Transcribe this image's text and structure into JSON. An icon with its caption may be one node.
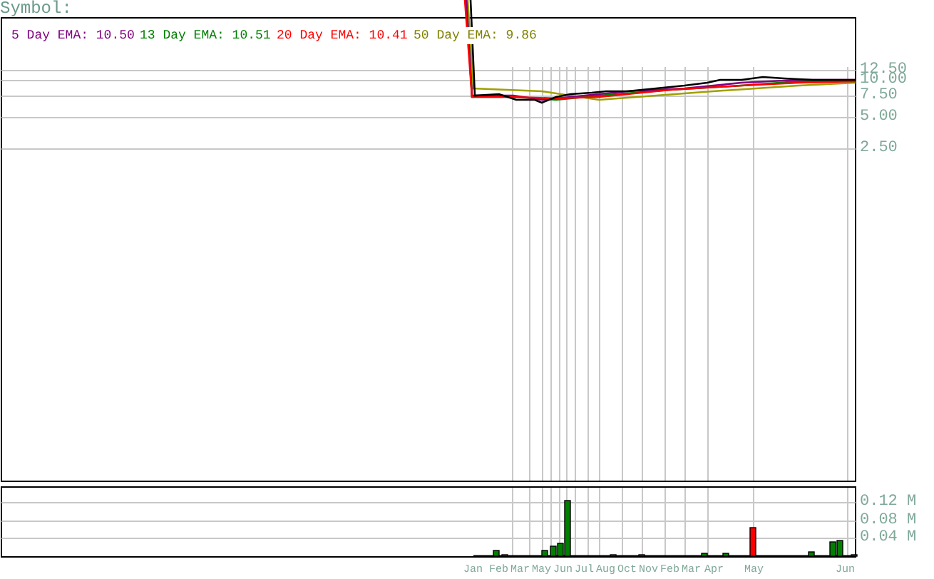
{
  "diagram": {
    "title": "Symbol:",
    "labels": [
      "5 Day EMA: 10.50",
      "13 Day EMA: 10.51",
      "20 Day EMA: 10.41",
      "50 Day EMA: 9.86",
      "12.50",
      "10.00",
      "7.50",
      "5.00",
      "2.50",
      "0.12 M",
      "0.08 M",
      "0.04 M",
      "Jan",
      "Feb",
      "Mar",
      "May",
      "Jun",
      "Jul",
      "Aug",
      "Oct",
      "Nov",
      "Feb",
      "Mar",
      "Apr",
      "May",
      "Jun"
    ]
  }
}
